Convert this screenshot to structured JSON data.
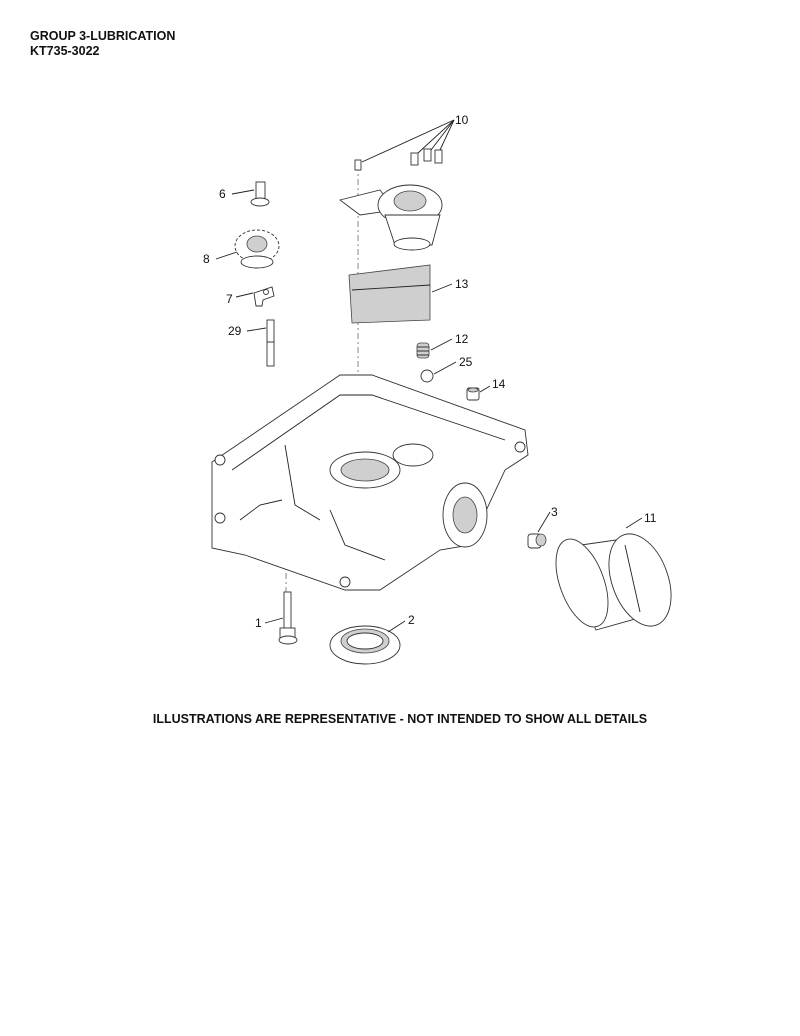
{
  "header": {
    "group_title": "GROUP 3-LUBRICATION",
    "model": "KT735-3022"
  },
  "callouts": [
    {
      "id": "c10",
      "label": "10"
    },
    {
      "id": "c6",
      "label": "6"
    },
    {
      "id": "c8",
      "label": "8"
    },
    {
      "id": "c13",
      "label": "13"
    },
    {
      "id": "c7",
      "label": "7"
    },
    {
      "id": "c29",
      "label": "29"
    },
    {
      "id": "c12",
      "label": "12"
    },
    {
      "id": "c25",
      "label": "25"
    },
    {
      "id": "c14",
      "label": "14"
    },
    {
      "id": "c3",
      "label": "3"
    },
    {
      "id": "c11",
      "label": "11"
    },
    {
      "id": "c1",
      "label": "1"
    },
    {
      "id": "c2",
      "label": "2"
    }
  ],
  "footer_note": "ILLUSTRATIONS ARE REPRESENTATIVE - NOT INTENDED TO SHOW ALL DETAILS"
}
